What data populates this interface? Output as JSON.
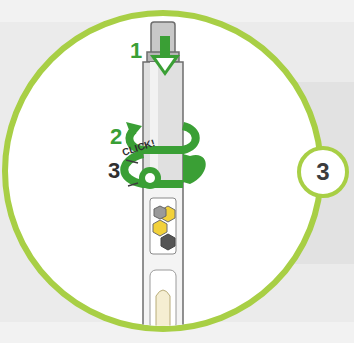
{
  "diagram": {
    "nodes": [
      {
        "text": [
          "3"
        ]
      }
    ],
    "labels": [
      "1",
      "2",
      "3",
      "CLICK!"
    ]
  }
}
